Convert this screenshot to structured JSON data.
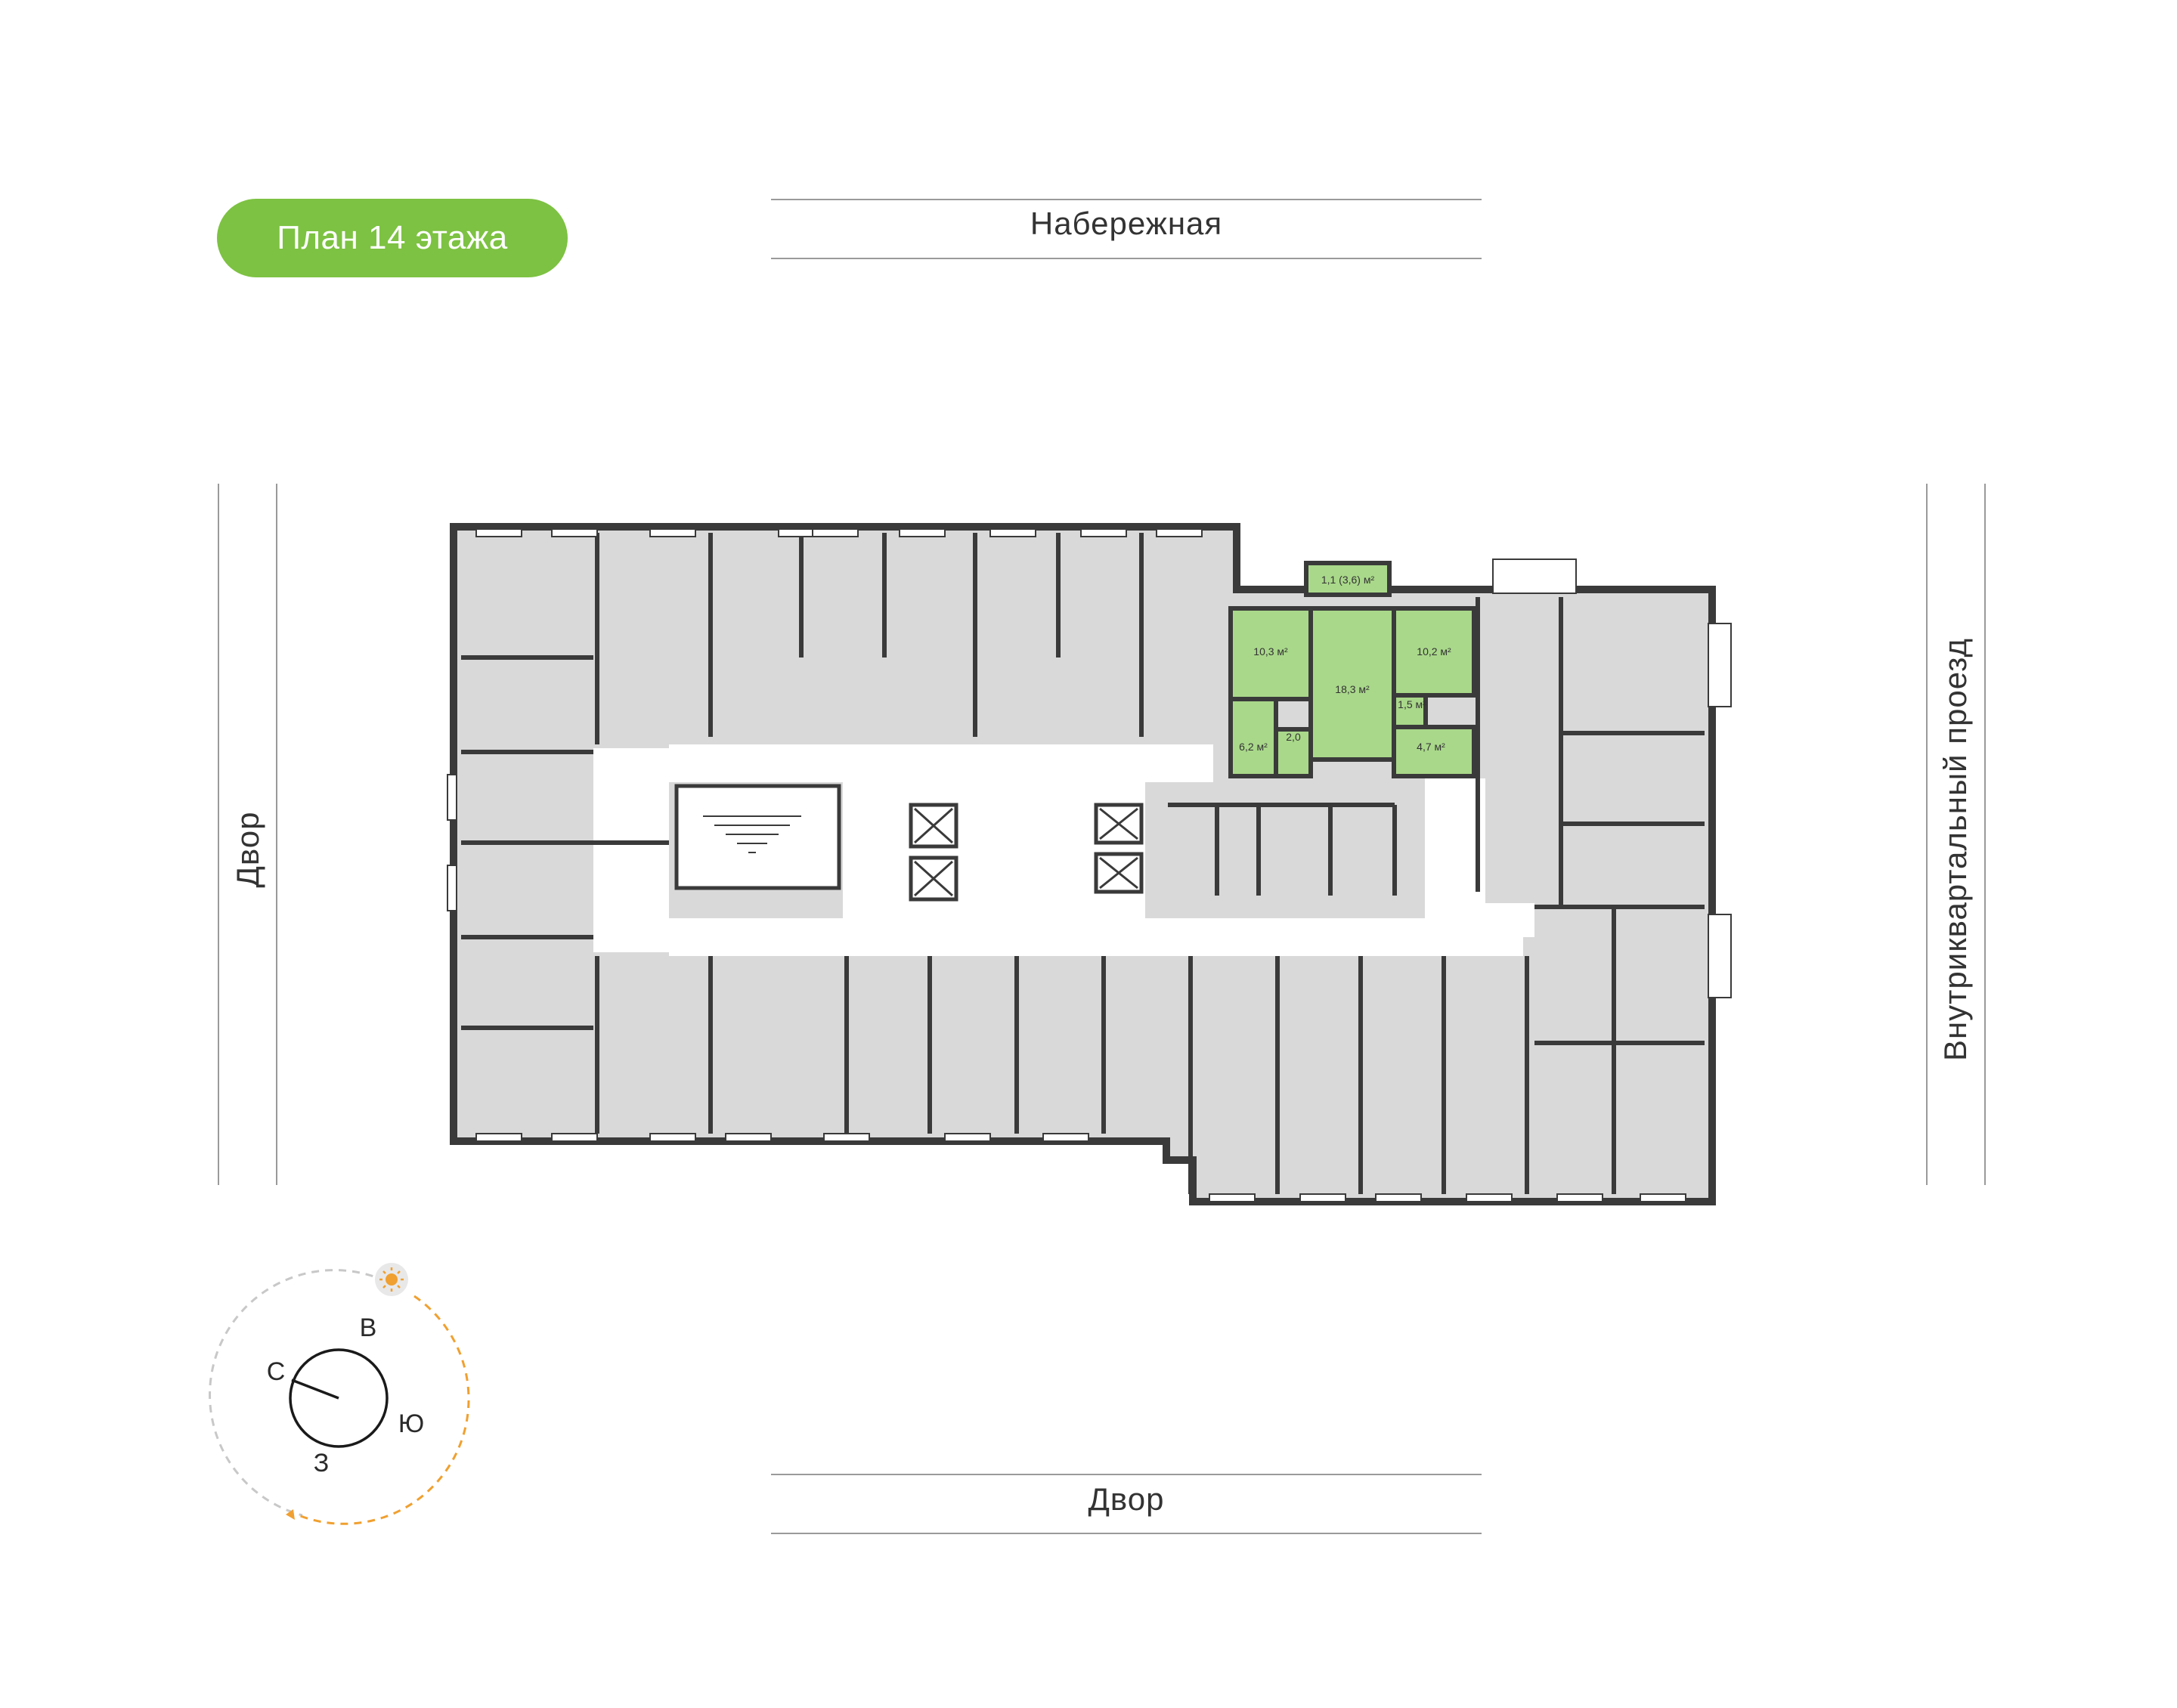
{
  "header": {
    "floor_badge": "План 14 этажа"
  },
  "streets": {
    "top": "Набережная",
    "bottom": "Двор",
    "left": "Двор",
    "right": "Внутриквартальный проезд"
  },
  "apartment": {
    "rooms": [
      "1,1 (3,6) м²",
      "10,3 м²",
      "18,3 м²",
      "10,2 м²",
      "1,5 м²",
      "6,2 м²",
      "2,0",
      "4,7 м²"
    ]
  },
  "compass": {
    "north": "С",
    "east": "В",
    "south": "Ю",
    "west": "З",
    "sun_icon": "sun-icon"
  },
  "colors": {
    "badge": "#7dc242",
    "highlight": "#a9d88a",
    "room": "#d9d9d9",
    "wall": "#3a3a3a",
    "sun": "#f0a030"
  }
}
